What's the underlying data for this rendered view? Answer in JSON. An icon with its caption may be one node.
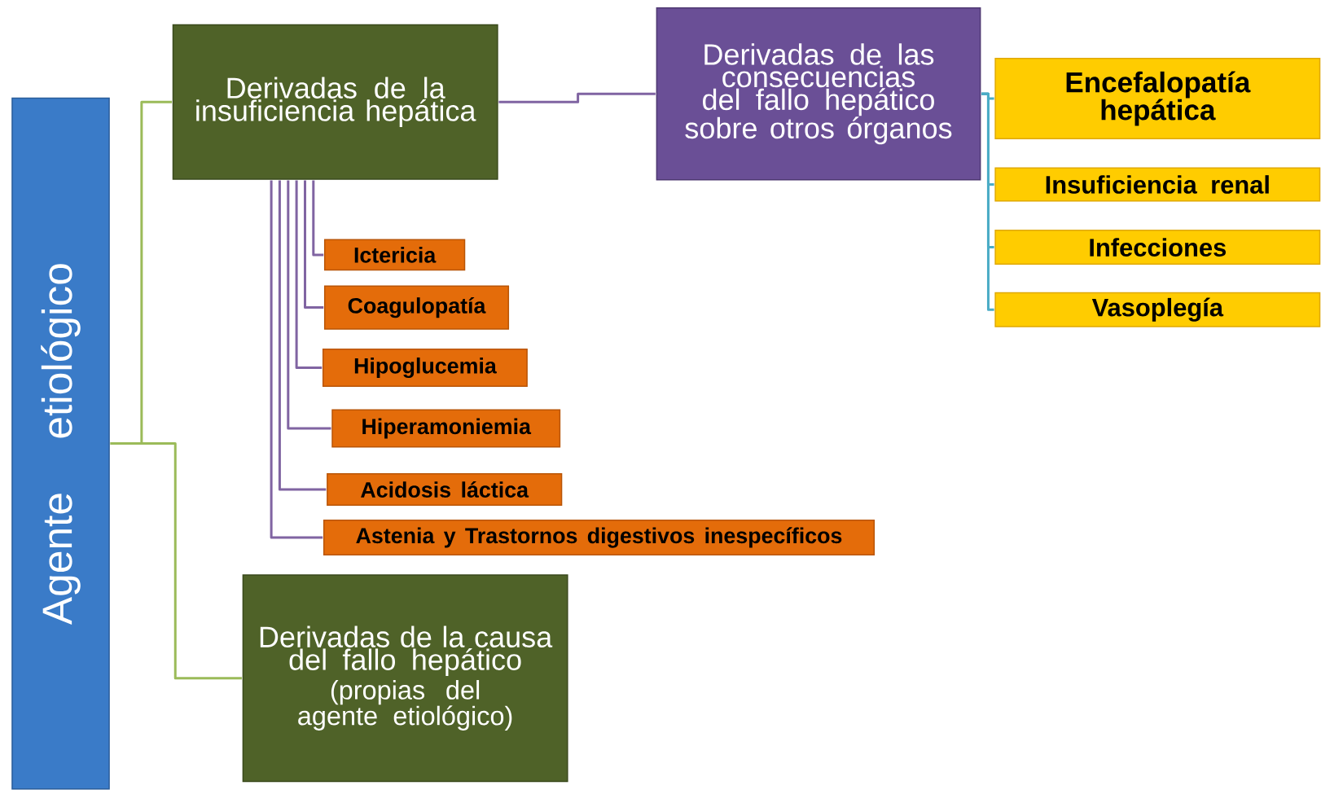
{
  "diagram": {
    "nodes": [
      {
        "text": [
          "Agente etiológico"
        ]
      },
      {
        "text": [
          "Derivadas de la insuficiencia hepática"
        ]
      },
      {
        "text": [
          "Derivadas de las consecuencias del fallo hepático sobre otros órganos"
        ]
      },
      {
        "text": [
          "Encefalopatía hepática"
        ]
      },
      {
        "text": [
          "Insuficiencia renal"
        ]
      },
      {
        "text": [
          "Infecciones"
        ]
      },
      {
        "text": [
          "Vasoplegía"
        ]
      },
      {
        "text": [
          "Ictericia"
        ]
      },
      {
        "text": [
          "Coagulopatía"
        ]
      },
      {
        "text": [
          "Hipoglucemia"
        ]
      },
      {
        "text": [
          "Hiperamoniemia"
        ]
      },
      {
        "text": [
          "Acidosis láctica"
        ]
      },
      {
        "text": [
          "Astenia y Trastornos digestivos inespecíficos"
        ]
      },
      {
        "text": [
          "Derivadas de la causa del fallo hepático",
          "(propias del agente etiológico)"
        ]
      }
    ],
    "edges": [
      {
        "from": 0,
        "to": 1,
        "arrow": "none",
        "color": "#9bbb59"
      },
      {
        "from": 0,
        "to": 13,
        "arrow": "none",
        "color": "#9bbb59"
      },
      {
        "from": 1,
        "to": 2,
        "arrow": "none"
      },
      {
        "from": 2,
        "to": 3,
        "arrow": "none",
        "color": "#4bacc6"
      },
      {
        "from": 2,
        "to": 4,
        "arrow": "none",
        "color": "#4bacc6"
      },
      {
        "from": 2,
        "to": 5,
        "arrow": "none",
        "color": "#4bacc6"
      },
      {
        "from": 2,
        "to": 6,
        "arrow": "none",
        "color": "#4bacc6"
      },
      {
        "from": 1,
        "to": 7,
        "arrow": "none"
      },
      {
        "from": 1,
        "to": 8,
        "arrow": "none"
      },
      {
        "from": 1,
        "to": 9,
        "arrow": "none"
      },
      {
        "from": 1,
        "to": 10,
        "arrow": "none"
      },
      {
        "from": 1,
        "to": 11,
        "arrow": "none"
      },
      {
        "from": 1,
        "to": 12,
        "arrow": "none"
      }
    ]
  }
}
